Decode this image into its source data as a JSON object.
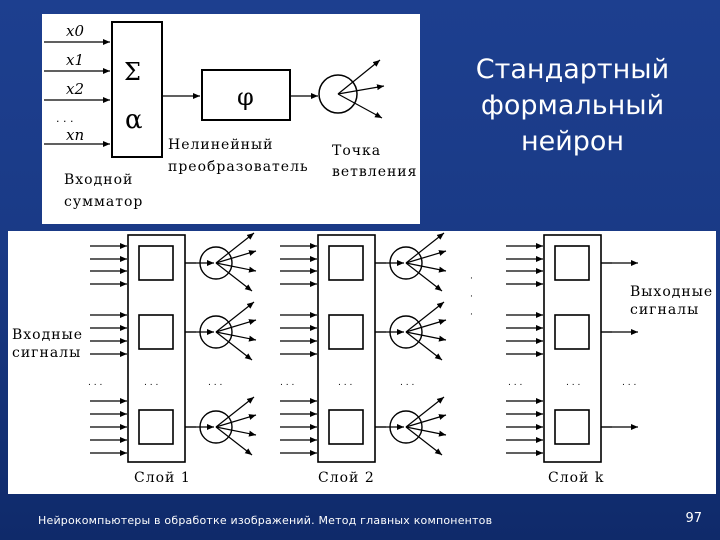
{
  "slide": {
    "title_lines": [
      "Стандартный",
      "формальный",
      "нейрон"
    ],
    "footer": "Нейрокомпьютеры в обработке изображений. Метод главных компонентов",
    "page_number": "97"
  },
  "neuron": {
    "inputs": [
      "x0",
      "x1",
      "x2",
      "xn"
    ],
    "input_dots": ". . .",
    "sigma": "Σ",
    "alpha": "α",
    "phi": "φ",
    "adder_label": [
      "Входной",
      "сумматор"
    ],
    "nonlinear_label": [
      "Нелинейный",
      "преобразователь"
    ],
    "branch_label": [
      "Точка",
      "ветвления"
    ]
  },
  "network": {
    "input_label": [
      "Входные",
      "сигналы"
    ],
    "output_label": [
      "Выходные",
      "сигналы"
    ],
    "layers": [
      "Слой 1",
      "Слой 2",
      "Слой k"
    ],
    "dots": ". . .",
    "vdots": "·"
  }
}
